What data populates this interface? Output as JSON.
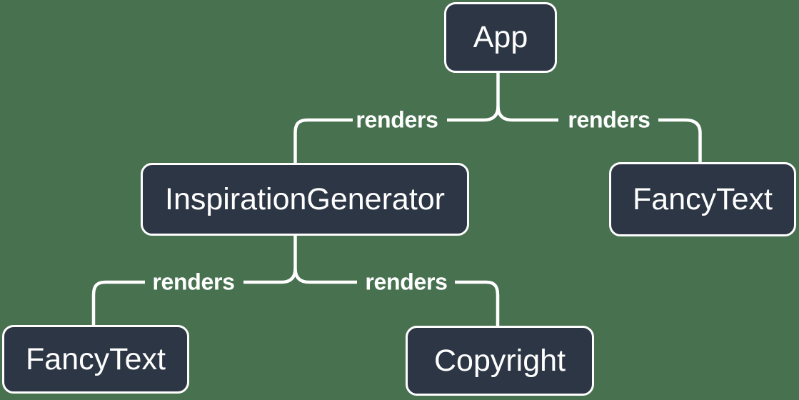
{
  "diagram": {
    "nodes": [
      {
        "id": "app",
        "label": "App"
      },
      {
        "id": "inspiration-generator",
        "label": "InspirationGenerator"
      },
      {
        "id": "fancy-text-top",
        "label": "FancyText"
      },
      {
        "id": "fancy-text-bottom",
        "label": "FancyText"
      },
      {
        "id": "copyright",
        "label": "Copyright"
      }
    ],
    "edges": [
      {
        "from": "App",
        "to": "InspirationGenerator",
        "label": "renders"
      },
      {
        "from": "App",
        "to": "FancyText",
        "label": "renders"
      },
      {
        "from": "InspirationGenerator",
        "to": "FancyText",
        "label": "renders"
      },
      {
        "from": "InspirationGenerator",
        "to": "Copyright",
        "label": "renders"
      }
    ],
    "colors": {
      "background": "#47714f",
      "node_fill": "#2d3645",
      "node_border": "#ffffff",
      "connector": "#ffffff",
      "text": "#ffffff"
    }
  }
}
